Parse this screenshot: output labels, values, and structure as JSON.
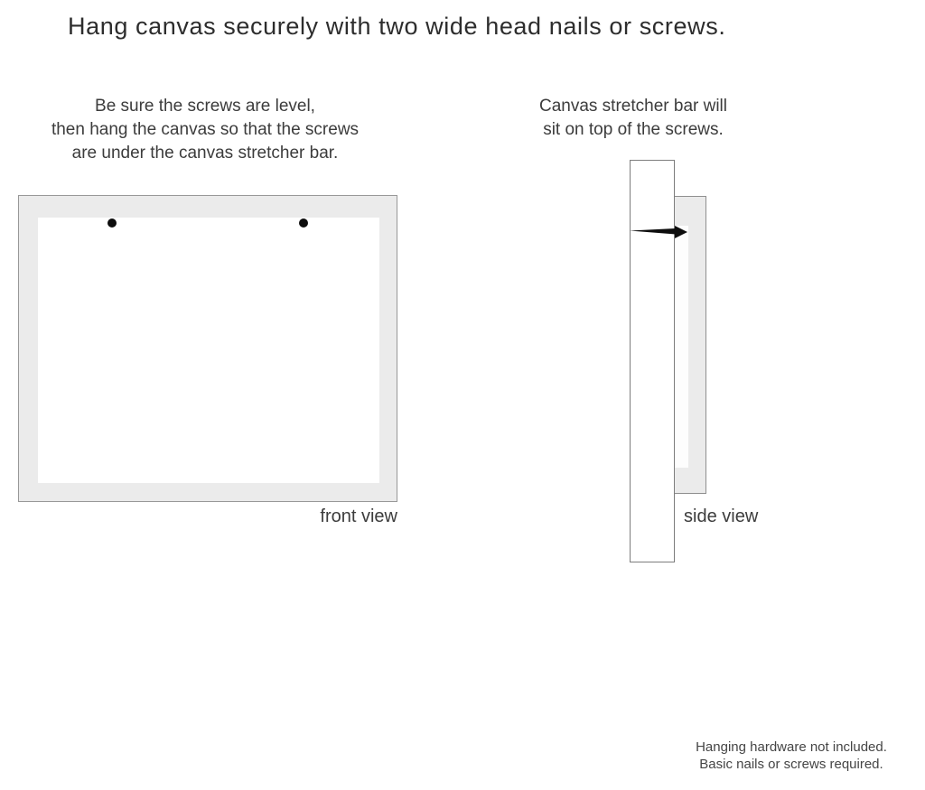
{
  "title": "Hang canvas securely with two wide head nails or screws.",
  "instructions": {
    "left": {
      "lines": [
        "Be sure the screws are level,",
        "then hang the canvas so that the screws",
        "are under the canvas stretcher bar."
      ]
    },
    "right": {
      "lines": [
        "Canvas stretcher bar will",
        "sit on top of the screws."
      ]
    }
  },
  "diagram": {
    "front_view_label": "front view",
    "side_view_label": "side view",
    "nail_count_front_view": 2
  },
  "footnote": {
    "lines": [
      "Hanging hardware not included.",
      "Basic nails or screws required."
    ]
  },
  "colors": {
    "background": "#ffffff",
    "canvas_fill": "#ebebeb",
    "canvas_border": "#989898",
    "wall_border": "#7d7d7d",
    "nail": "#0d0d0d",
    "text": "#3c3c3c"
  }
}
